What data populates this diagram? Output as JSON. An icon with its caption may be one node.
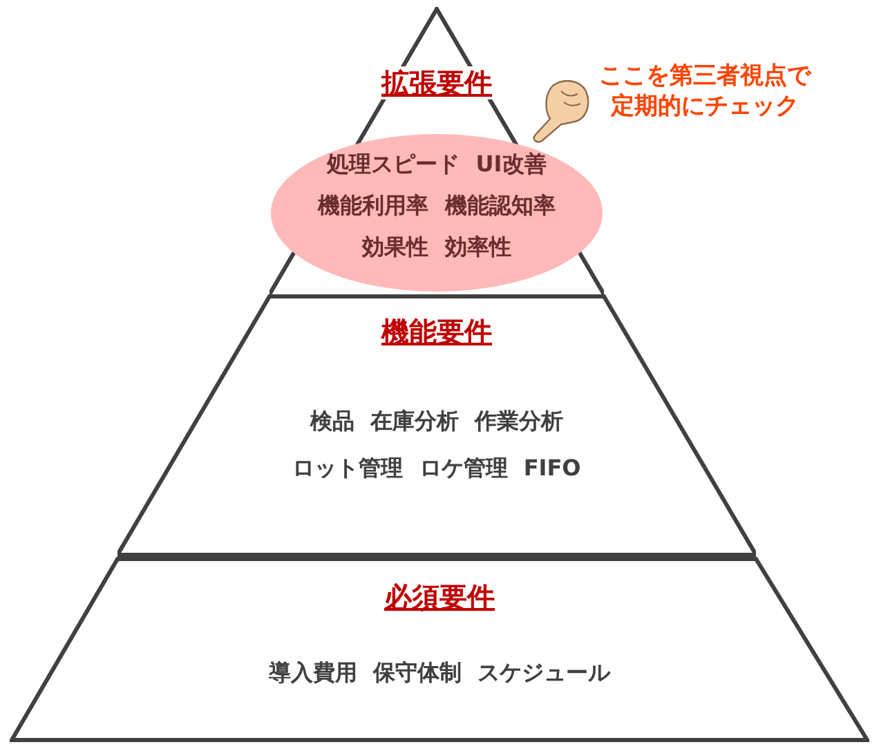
{
  "diagram": {
    "nodes": [
      {
        "text": [
          "拡張要件"
        ]
      },
      {
        "text": [
          "処理スピード UI改善",
          "機能利用率 機能認知率",
          "効果性 効率性"
        ],
        "in": 0
      },
      {
        "text": [
          "機能要件",
          "検品 在庫分析 作業分析",
          "ロット管理 ロケ管理 FIFO"
        ]
      },
      {
        "text": [
          "必須要件",
          "導入費用 保守体制 スケジュール"
        ]
      }
    ],
    "labels": [
      "ここを第三者視点で定期的にチェック"
    ]
  }
}
